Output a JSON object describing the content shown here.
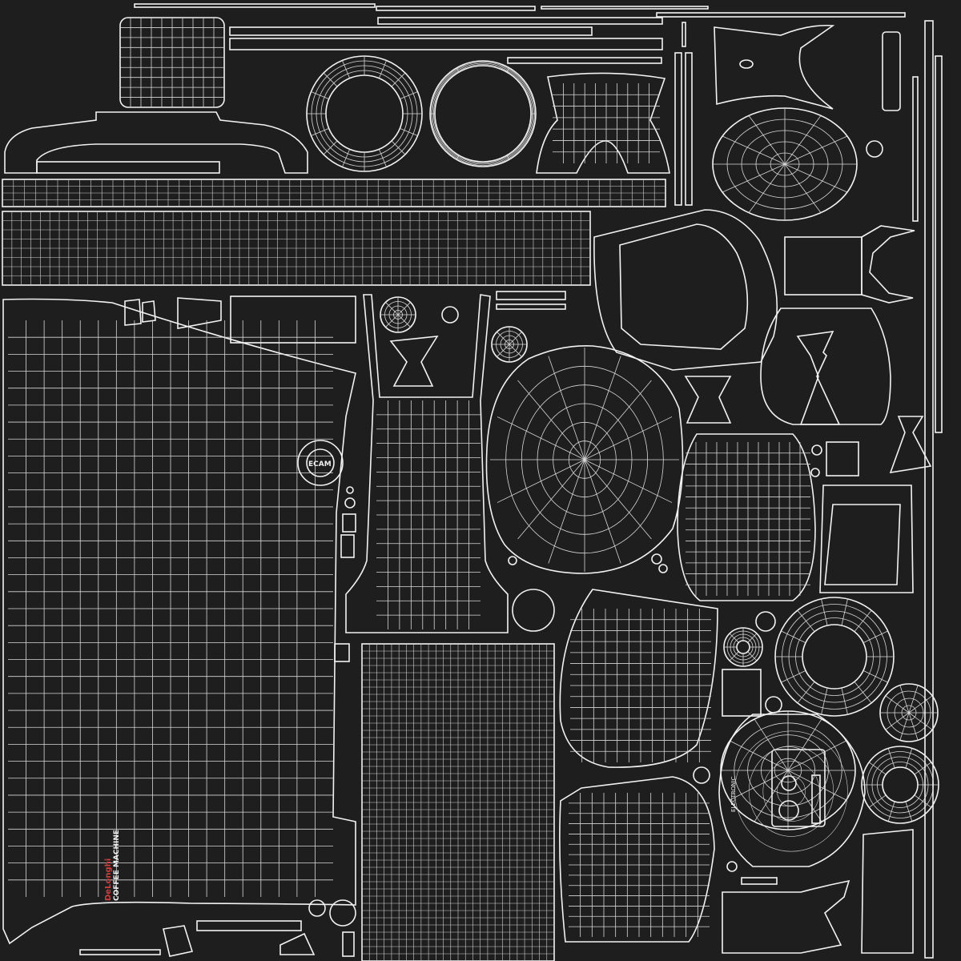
{
  "labels": {
    "panel": "ELECTRONIC",
    "logo_line1": "COFFEE MACHINE",
    "logo_line2": "DeLonghi",
    "badge": "ECAM"
  },
  "colors": {
    "background": "#1e1e1e",
    "wire": "#f2f2f2",
    "accent": "#d63a3a"
  }
}
